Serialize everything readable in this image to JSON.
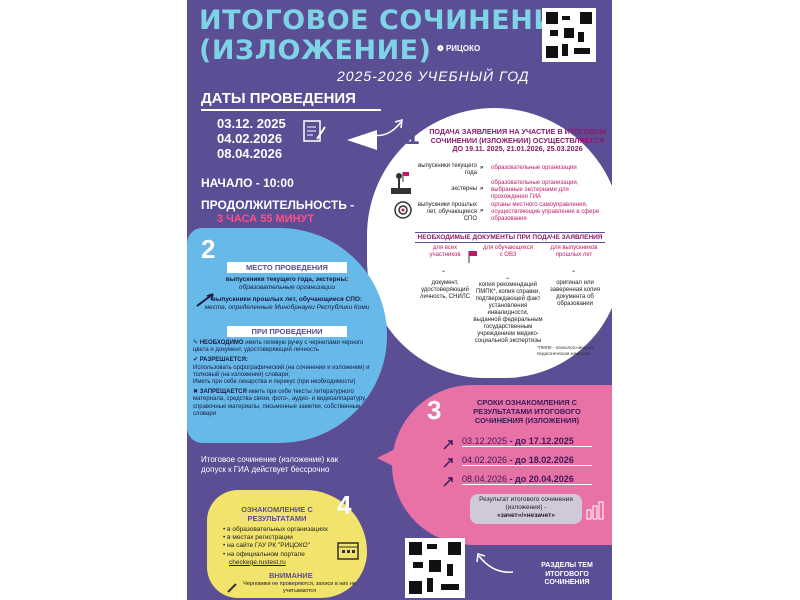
{
  "header": {
    "title_line1": "ИТОГОВОЕ СОЧИНЕНИЕ",
    "title_line2": "(ИЗЛОЖЕНИЕ)",
    "year": "2025-2026 УЧЕБНЫЙ ГОД",
    "logo_text": "РИЦОКО"
  },
  "dates": {
    "title": "ДАТЫ ПРОВЕДЕНИЯ",
    "items": [
      "03.12. 2025",
      "04.02.2026",
      "08.04.2026"
    ],
    "start": "НАЧАЛО - 10:00",
    "duration_label": "ПРОДОЛЖИТЕЛЬНОСТЬ -",
    "duration_value": "3 ЧАСА 55 МИНУТ"
  },
  "section1": {
    "number": "1",
    "title": "ПОДАЧА ЗАЯВЛЕНИЯ НА УЧАСТИЕ В ИТОГОВОМ СОЧИНЕНИИ (ИЗЛОЖЕНИИ) ОСУЩЕСТВЛЯЕТСЯ ДО 19.11. 2025, 21.01.2026, 25.03.2026",
    "rows": [
      {
        "who": "выпускники текущего года",
        "where": "образовательные организации"
      },
      {
        "who": "экстерны",
        "where": "образовательные организации, выбранные экстернами для прохождения ГИА"
      },
      {
        "who": "выпускники прошлых лет, обучающиеся СПО",
        "where": "органы местного самоуправления, осуществляющие управление в сфере образования"
      }
    ],
    "docs_title": "НЕОБХОДИМЫЕ ДОКУМЕНТЫ ПРИ ПОДАЧЕ ЗАЯВЛЕНИЯ",
    "docs": [
      {
        "who": "для всех участников",
        "what": "документ, удостоверяющий личность, СНИЛС"
      },
      {
        "who": "для обучающихся с ОВЗ",
        "what": "копия рекомендаций ПМПК*, копия справки, подтверждающей факт установления инвалидности, выданной федеральным государственным учреждением медико-социальной экспертизы"
      },
      {
        "who": "для выпускников прошлых лет",
        "what": "оригинал или заверенная копия документа об образовании"
      }
    ],
    "footnote": "*ПМПК - психолого-медико-педагогическая комиссия"
  },
  "section2": {
    "number": "2",
    "place_title": "МЕСТО ПРОВЕДЕНИЯ",
    "place_1_who": "выпускники текущего года, экстерны:",
    "place_1_where": "образовательные организации",
    "place_2_who": "выпускники прошлых лет, обучающиеся СПО:",
    "place_2_where": "места, определенные Минобрнауки Республики Коми",
    "rules_title": "ПРИ ПРОВЕДЕНИИ",
    "rule1_key": "НЕОБХОДИМО",
    "rule1_text": "иметь гелевую ручку с чернилами черного цвета и документ, удостоверяющий личность",
    "rule2_key": "РАЗРЕШАЕТСЯ:",
    "rule2_text1": "Использовать орфографический (на сочинении и изложении) и толковый (на изложении) словари;",
    "rule2_text2": "Иметь при себе лекарства и перекус (при необходимости)",
    "rule3_key": "ЗАПРЕЩАЕТСЯ",
    "rule3_text": "иметь при себе тексты литературного материала, средства связи, фото-, аудио- и видеоаппаратуру, справочные материалы, письменные заметки, собственные словари"
  },
  "validity": "Итоговое сочинение (изложение) как допуск к ГИА действует бессрочно",
  "section3": {
    "number": "3",
    "title": "СРОКИ ОЗНАКОМЛЕНИЯ С РЕЗУЛЬТАТАМИ ИТОГОВОГО СОЧИНЕНИЯ (ИЗЛОЖЕНИЯ)",
    "items": [
      {
        "from": "03.12.2025",
        "to": "- до 17.12.2025"
      },
      {
        "from": "04.02.2026",
        "to": "- до 18.02.2026"
      },
      {
        "from": "08.04.2026",
        "to": "- до 20.04.2026"
      }
    ],
    "result_text": "Результат итогового сочинения (изложения) -",
    "result_values": "«зачет»/«незачет»"
  },
  "section4": {
    "number": "4",
    "title": "ОЗНАКОМЛЕНИЕ С РЕЗУЛЬТАТАМИ",
    "items": [
      "в образовательных организациях",
      "в местах регистрации",
      "на сайте ГАУ РК \"РИЦОКО\"",
      "на официальном портале"
    ],
    "site": "checkege.rustest.ru",
    "attention_title": "ВНИМАНИЕ",
    "attention_text": "Черновики не проверяются, записи в них не учитываются"
  },
  "sections_link": "РАЗДЕЛЫ ТЕМ ИТОГОВОГО СОЧИНЕНИЯ"
}
